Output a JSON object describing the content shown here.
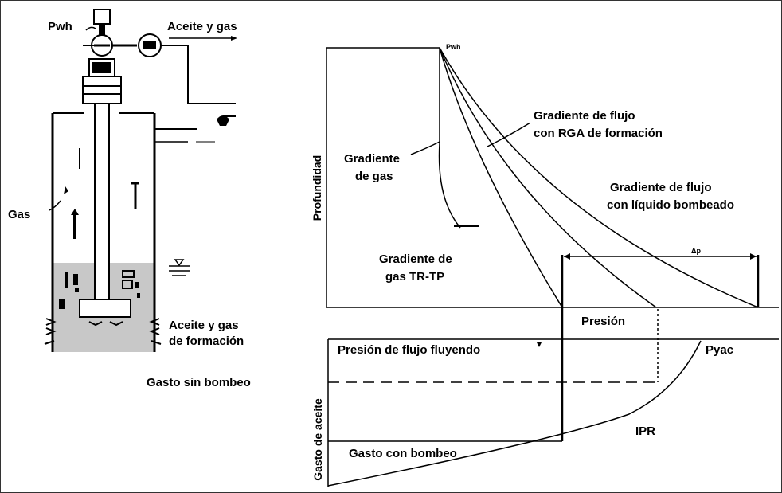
{
  "well": {
    "label_pwh": "Pwh",
    "label_output": "Aceite y gas",
    "label_gas": "Gas",
    "label_formation_line1": "Aceite y gas",
    "label_formation_line2": "de formación"
  },
  "upper_chart": {
    "ylabel": "Profundidad",
    "xlabel": "Presión",
    "label_top": "Pwh",
    "label_gas_gradient_line1": "Gradiente",
    "label_gas_gradient_line2": "de gas",
    "label_formation_flow_line1": "Gradiente de flujo",
    "label_formation_flow_line2": "con RGA de formación",
    "label_pumped_flow_line1": "Gradiente de flujo",
    "label_pumped_flow_line2": "con líquido bombeado",
    "label_annulus_line1": "Gradiente de",
    "label_annulus_line2": "gas TR-TP",
    "label_delta_p": "Δp"
  },
  "lower_chart": {
    "ylabel": "Gasto de aceite",
    "label_flowing_pressure": "Presión de flujo fluyendo",
    "label_pyac": "Pyac",
    "label_ipr": "IPR",
    "label_rate_no_pump": "Gasto sin bombeo",
    "label_rate_pump": "Gasto con bombeo"
  },
  "colors": {
    "ink": "#000000",
    "fluid": "#c8c8c8",
    "frame": "#333333"
  }
}
